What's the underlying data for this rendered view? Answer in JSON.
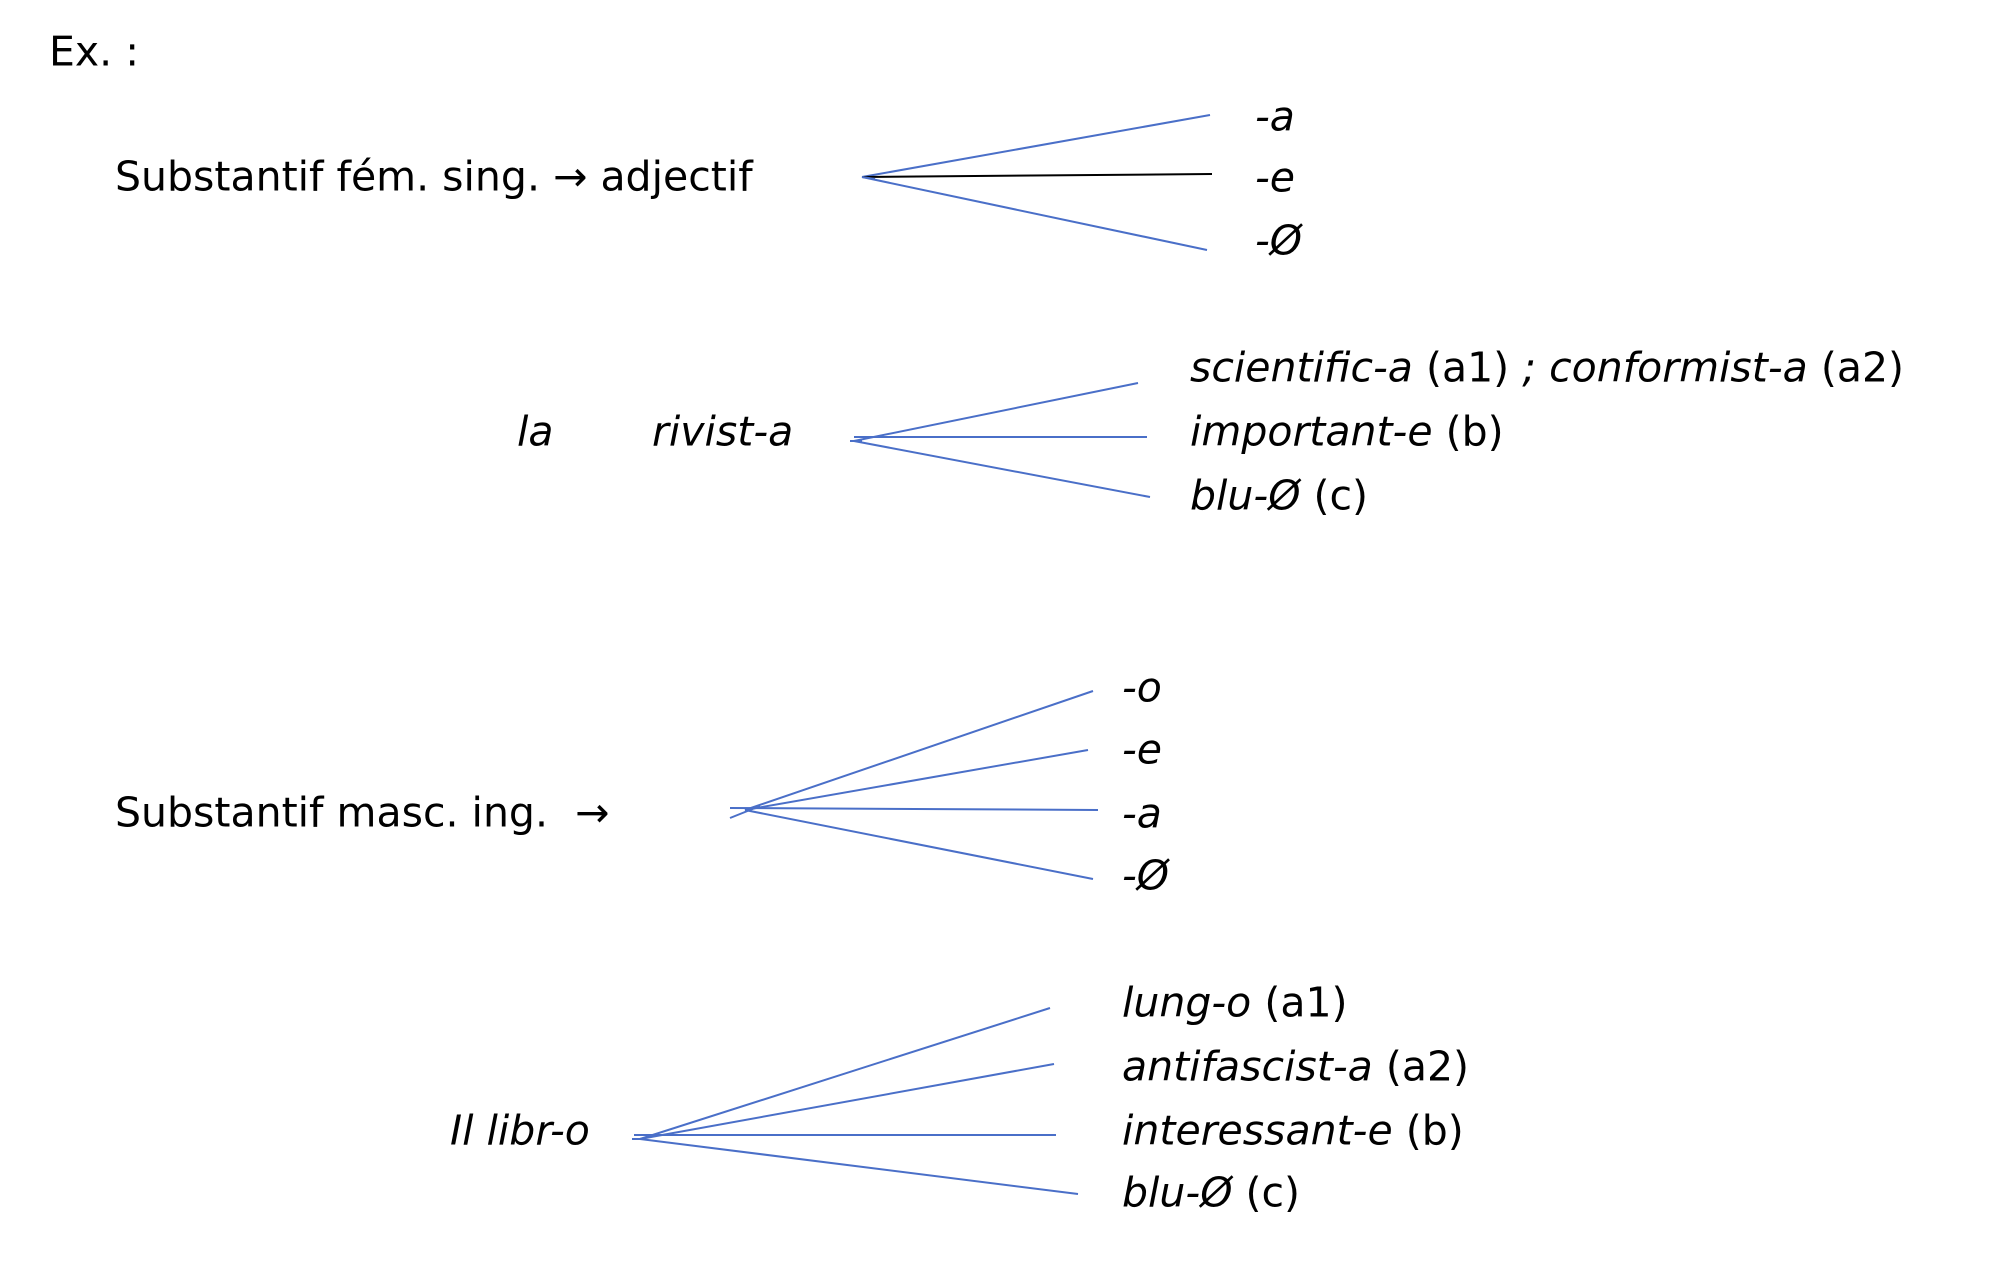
{
  "label_ex": "Ex. :",
  "section1": {
    "heading_prefix": "Substantif fém. sing.",
    "arrow": "→",
    "heading_suffix": "adjectif",
    "endings": [
      "-a",
      "-e",
      "-Ø"
    ],
    "article": "la",
    "noun": "rivist-a",
    "examples": {
      "a1_word": "scientific-a",
      "a1_tag": "(a1)",
      "sep": ";",
      "a2_word": "conformist-a",
      "a2_tag": "(a2)",
      "b_word": "important-e",
      "b_tag": "(b)",
      "c_word": "blu-Ø",
      "c_tag": "(c)"
    }
  },
  "section2": {
    "heading": "Substantif masc. ing.",
    "arrow": "→",
    "endings": [
      "-o",
      "-e",
      "-a",
      "-Ø"
    ],
    "noun": "Il libr-o",
    "examples": {
      "a1_word": "lung-o",
      "a1_tag": "(a1)",
      "a2_word": "antifascist-a",
      "a2_tag": "(a2)",
      "b_word": "interessant-e",
      "b_tag": "(b)",
      "c_word": "blu-Ø",
      "c_tag": "(c)"
    }
  },
  "colors": {
    "line_blue": "#4a6fc8",
    "line_black": "#000000",
    "text": "#000000"
  }
}
